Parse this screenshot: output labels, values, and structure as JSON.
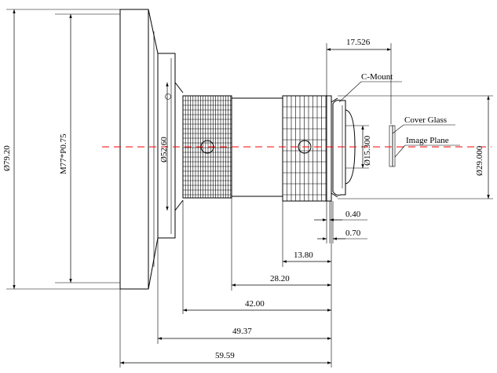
{
  "drawing": {
    "labels": {
      "cover_glass": "Cover Glass",
      "image_plane": "Image Plane",
      "c_mount": "C-Mount"
    },
    "dimensions": {
      "dia_79_20": "Ø79.20",
      "thread_m77": "M77*P0.75",
      "dia_52_60": "Ø52.60",
      "dia_15_300": "Ø15.300",
      "dia_29_000": "Ø29.000",
      "len_17_526": "17.526",
      "len_0_40": "0.40",
      "len_0_70": "0.70",
      "len_13_80": "13.80",
      "len_28_20": "28.20",
      "len_42_00": "42.00",
      "len_49_37": "49.37",
      "len_59_59": "59.59"
    },
    "colors": {
      "line": "#000000",
      "axis": "#ff0000",
      "background": "#ffffff"
    }
  }
}
